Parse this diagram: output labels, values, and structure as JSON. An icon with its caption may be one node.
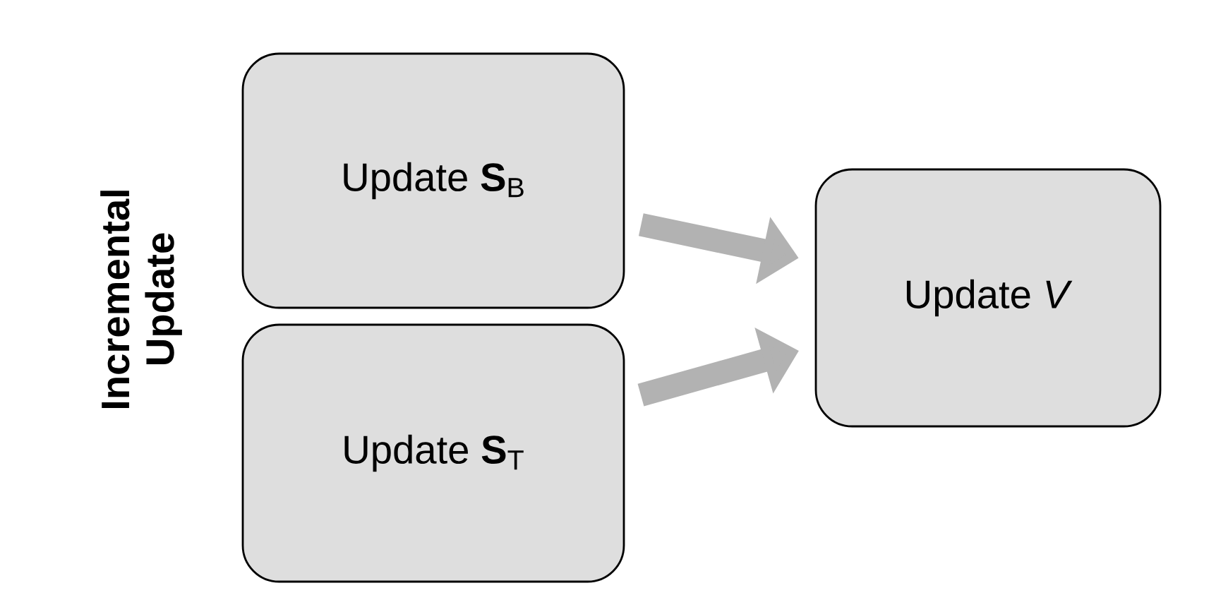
{
  "diagram": {
    "nodes": [
      {
        "text": [
          "Update **S**$_{B}$"
        ]
      },
      {
        "text": [
          "Update **S**$_{T}$"
        ]
      },
      {
        "text": [
          "Update *V*"
        ]
      }
    ],
    "edges": [
      {
        "from": 0,
        "to": 2,
        "arrow": "to"
      },
      {
        "from": 1,
        "to": 2,
        "arrow": "to"
      }
    ],
    "labels": [
      "Incremental Update"
    ]
  }
}
